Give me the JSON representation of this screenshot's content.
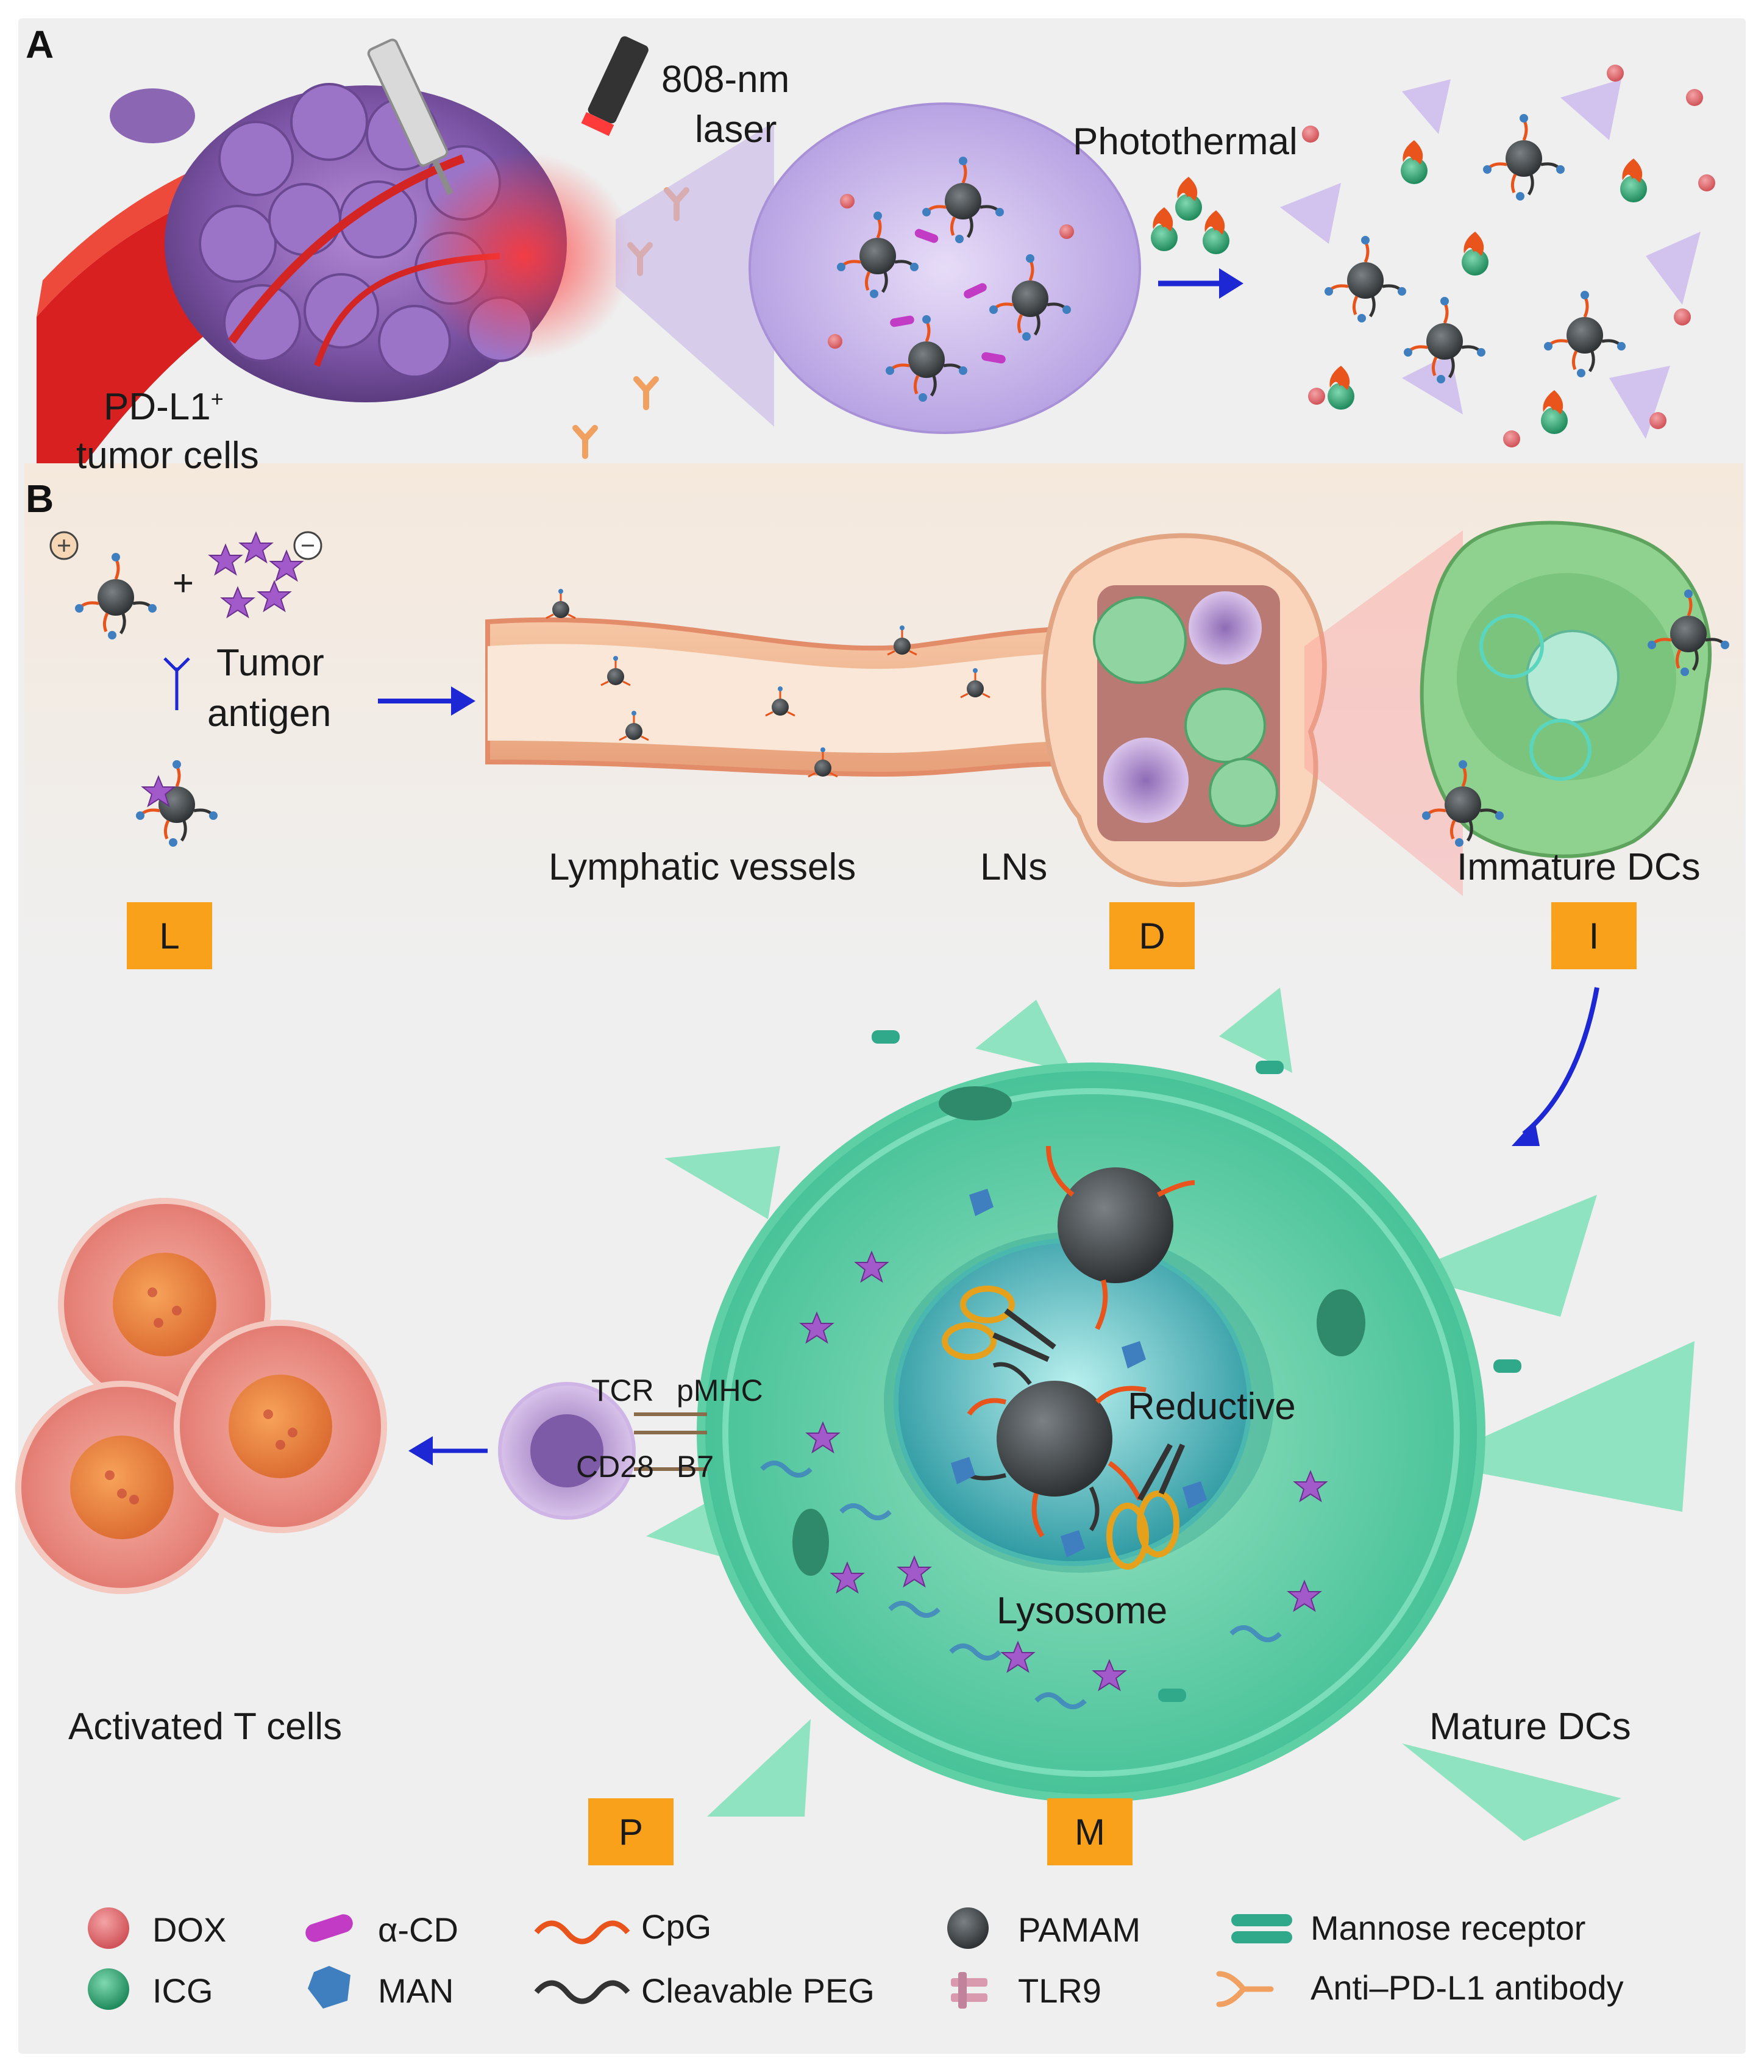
{
  "panels": {
    "a": "A",
    "b": "B"
  },
  "labels": {
    "laser_line1": "808-nm",
    "laser_line2": "laser",
    "photothermal": "Photothermal",
    "tumor_line1": "PD-L1",
    "tumor_sup": "+",
    "tumor_line2": "tumor cells",
    "tumor_antigen_line1": "Tumor",
    "tumor_antigen_line2": "antigen",
    "plus_sign": "+",
    "lymphatic_vessels": "Lymphatic vessels",
    "lns": "LNs",
    "immature_dcs": "Immature DCs",
    "tcr": "TCR",
    "pmhc": "pMHC",
    "cd28": "CD28",
    "b7": "B7",
    "reductive": "Reductive",
    "lysosome": "Lysosome",
    "activated_t_cells": "Activated T cells",
    "mature_dcs": "Mature DCs"
  },
  "badges": {
    "l": "L",
    "d": "D",
    "i": "I",
    "p": "P",
    "m": "M"
  },
  "legend": [
    {
      "label": "DOX",
      "icon": "dox-sphere-icon",
      "color": "#e56b6f"
    },
    {
      "label": "α-CD",
      "icon": "alpha-cd-icon",
      "color": "#c23bc4"
    },
    {
      "label": "CpG",
      "icon": "cpg-strand-icon",
      "color": "#e8541c"
    },
    {
      "label": "PAMAM",
      "icon": "pamam-sphere-icon",
      "color": "#4a4f52"
    },
    {
      "label": "Mannose receptor",
      "icon": "mannose-receptor-icon",
      "color": "#2fa98a"
    },
    {
      "label": "ICG",
      "icon": "icg-sphere-icon",
      "color": "#2e9e6e"
    },
    {
      "label": "MAN",
      "icon": "man-icon",
      "color": "#3f7fc0"
    },
    {
      "label": "Cleavable PEG",
      "icon": "cleavable-peg-icon",
      "color": "#333333"
    },
    {
      "label": "TLR9",
      "icon": "tlr9-icon",
      "color": "#d99ab0"
    },
    {
      "label": "Anti–PD-L1 antibody",
      "icon": "anti-pdl1-antibody-icon",
      "color": "#f0a060"
    }
  ]
}
